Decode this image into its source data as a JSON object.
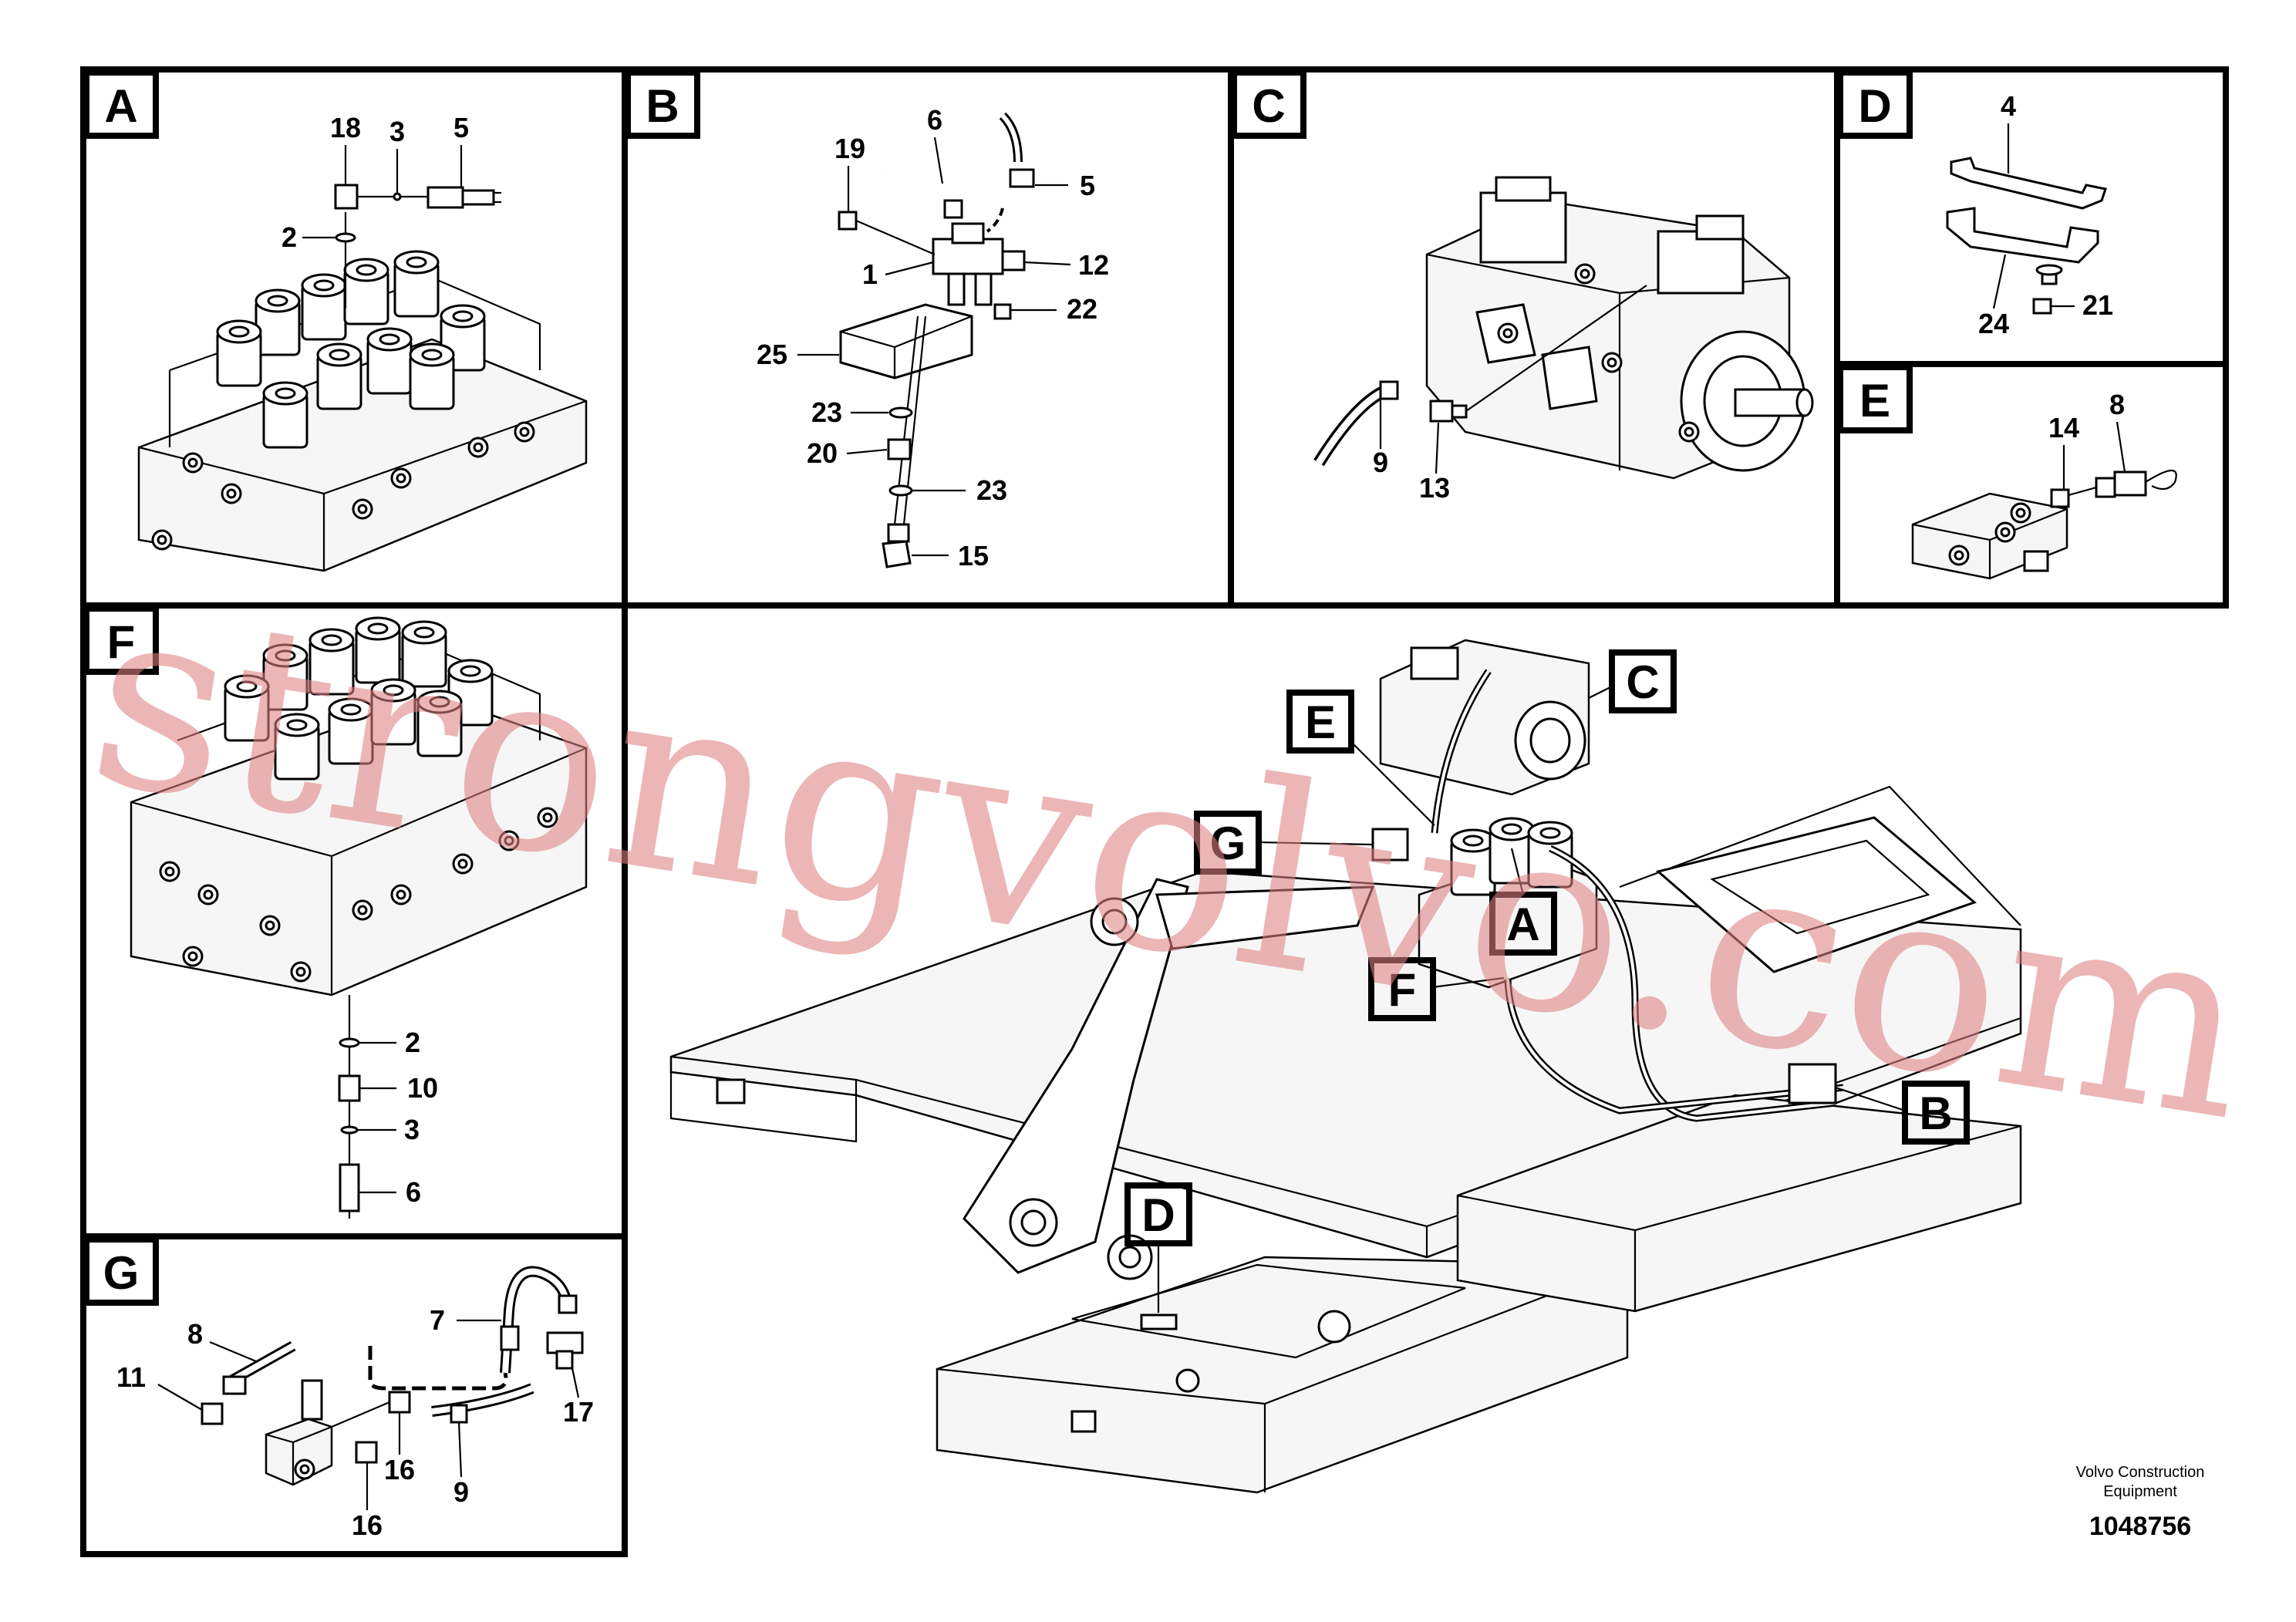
{
  "panels": [
    {
      "id": "A",
      "label": "A"
    },
    {
      "id": "B",
      "label": "B"
    },
    {
      "id": "C",
      "label": "C"
    },
    {
      "id": "D",
      "label": "D"
    },
    {
      "id": "E",
      "label": "E"
    },
    {
      "id": "F",
      "label": "F"
    },
    {
      "id": "G",
      "label": "G"
    }
  ],
  "callouts": {
    "A": [
      "18",
      "3",
      "5",
      "2"
    ],
    "B": [
      "6",
      "19",
      "5",
      "1",
      "12",
      "22",
      "25",
      "23",
      "20",
      "23",
      "15"
    ],
    "C": [
      "9",
      "13"
    ],
    "D": [
      "4",
      "24",
      "21"
    ],
    "E": [
      "14",
      "8"
    ],
    "F": [
      "2",
      "10",
      "3",
      "6"
    ],
    "G": [
      "8",
      "7",
      "11",
      "17",
      "16",
      "9",
      "16"
    ]
  },
  "overview_labels": [
    "C",
    "E",
    "G",
    "A",
    "F",
    "B",
    "D"
  ],
  "footer": {
    "company_line1": "Volvo Construction",
    "company_line2": "Equipment",
    "drawing_number": "1048756"
  },
  "watermark": "strongvolvo.com",
  "colors": {
    "line": "#000000",
    "background": "#ffffff",
    "watermark": "#de8282"
  }
}
